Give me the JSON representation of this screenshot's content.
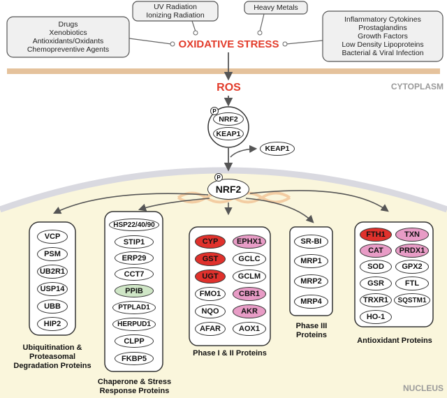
{
  "stimuli": {
    "left": [
      "Drugs",
      "Xenobiotics",
      "Antioxidants/Oxidants",
      "Chemopreventive Agents"
    ],
    "top_left": [
      "UV Radiation",
      "Ionizing Radiation"
    ],
    "top_right": [
      "Heavy Metals"
    ],
    "right": [
      "Inflammatory Cytokines",
      "Prostaglandins",
      "Growth Factors",
      "Low Density Lipoproteins",
      "Bacterial & Viral Infection"
    ]
  },
  "center": {
    "oxidative_stress": "OXIDATIVE STRESS",
    "ros": "ROS",
    "cytoplasm": "CYTOPLASM",
    "nucleus": "NUCLEUS",
    "complex_nrf2": "NRF2",
    "complex_keap1": "KEAP1",
    "released_keap1": "KEAP1",
    "nuclear_nrf2": "NRF2",
    "p": "P"
  },
  "groups": {
    "ubiquitination": {
      "title": "Ubiquitination & Proteasomal Degradation Proteins",
      "items": [
        "VCP",
        "PSM",
        "UB2R1",
        "USP14",
        "UBB",
        "HIP2"
      ]
    },
    "chaperone": {
      "title": "Chaperone & Stress Response Proteins",
      "items": [
        "HSP22/40/90",
        "STIP1",
        "ERP29",
        "CCT7",
        "PPIB",
        "PTPLAD1",
        "HERPUD1",
        "CLPP",
        "FKBP5"
      ]
    },
    "phase12": {
      "title": "Phase I & II Proteins",
      "left": [
        "CYP",
        "GST",
        "UGT",
        "FMO1",
        "NQO",
        "AFAR"
      ],
      "right": [
        "EPHX1",
        "GCLC",
        "GCLM",
        "CBR1",
        "AKR",
        "AOX1"
      ]
    },
    "phase3": {
      "title": "Phase  III Proteins",
      "items": [
        "SR-BI",
        "MRP1",
        "MRP2",
        "MRP4"
      ]
    },
    "antioxidant": {
      "title": "Antioxidant Proteins",
      "left": [
        "FTH1",
        "CAT",
        "SOD",
        "GSR",
        "TRXR1",
        "HO-1"
      ],
      "right": [
        "TXN",
        "PRDX1",
        "GPX2",
        "FTL",
        "SQSTM1"
      ]
    }
  },
  "colors": {
    "oxidative_stress": "#e23b2a",
    "red_fill": "#e0312c",
    "pink_fill": "#e89cc6",
    "green_fill": "#cfe6c6",
    "membrane": "#e5c29c",
    "nucleus_fill": "#faf6dc",
    "dna": "#f2c79a"
  }
}
